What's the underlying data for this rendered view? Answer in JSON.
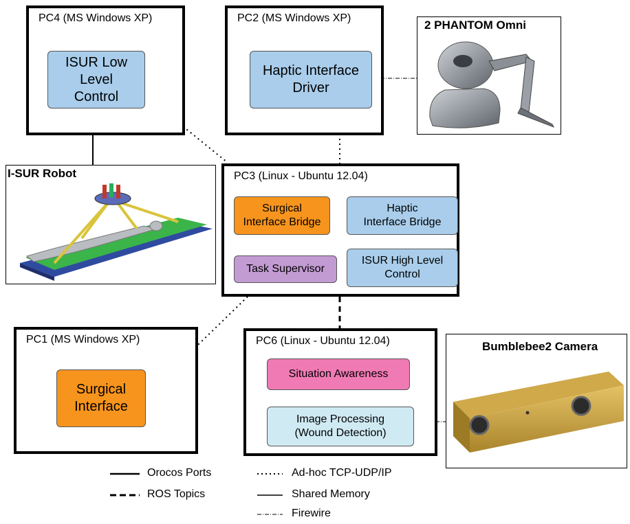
{
  "pcs": {
    "pc4": {
      "title": "PC4 (MS Windows XP)"
    },
    "pc2": {
      "title": "PC2 (MS Windows XP)"
    },
    "pc3": {
      "title": "PC3 (Linux - Ubuntu 12.04)"
    },
    "pc1": {
      "title": "PC1 (MS Windows XP)"
    },
    "pc6": {
      "title": "PC6 (Linux - Ubuntu 12.04)"
    }
  },
  "nodes": {
    "isur_low_level": "ISUR Low Level\nControl",
    "haptic_driver": "Haptic Interface\nDriver",
    "surgical_bridge": "Surgical\nInterface Bridge",
    "haptic_bridge": "Haptic\nInterface Bridge",
    "task_supervisor": "Task Supervisor",
    "isur_high_level": "ISUR High Level\nControl",
    "surgical_interface": "Surgical\nInterface",
    "situation_awareness": "Situation Awareness",
    "image_processing": "Image Processing\n(Wound Detection)"
  },
  "photos": {
    "phantom": "2 PHANTOM Omni",
    "robot": "I-SUR Robot",
    "camera": "Bumblebee2 Camera"
  },
  "legend": {
    "orocos": "Orocos Ports",
    "ros": "ROS Topics",
    "adhoc": "Ad-hoc TCP-UDP/IP",
    "shared": "Shared Memory",
    "firewire": "Firewire"
  },
  "colors": {
    "blue": "#a9cdeb",
    "orange": "#f7941d",
    "purple": "#c39bd3",
    "pink": "#f07ab4",
    "lightblue": "#cfeaf3"
  }
}
